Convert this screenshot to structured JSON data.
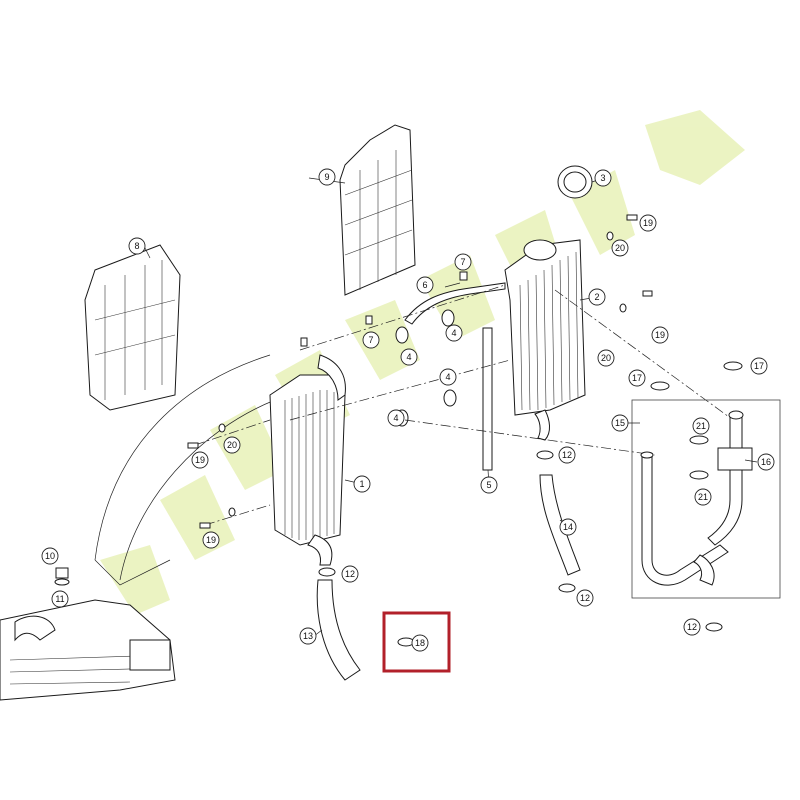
{
  "watermark_text": "MOTO TRIAL",
  "colors": {
    "highlight": "#b2202a",
    "watermark": "#e6f0b4",
    "lines": "#1a1a1a"
  },
  "highlighted_callout": "18",
  "callouts": [
    {
      "id": "c1",
      "label": "1"
    },
    {
      "id": "c2",
      "label": "2"
    },
    {
      "id": "c3",
      "label": "3"
    },
    {
      "id": "c4a",
      "label": "4"
    },
    {
      "id": "c4b",
      "label": "4"
    },
    {
      "id": "c4c",
      "label": "4"
    },
    {
      "id": "c4d",
      "label": "4"
    },
    {
      "id": "c5",
      "label": "5"
    },
    {
      "id": "c6",
      "label": "6"
    },
    {
      "id": "c7a",
      "label": "7"
    },
    {
      "id": "c7b",
      "label": "7"
    },
    {
      "id": "c8",
      "label": "8"
    },
    {
      "id": "c9",
      "label": "9"
    },
    {
      "id": "c10",
      "label": "10"
    },
    {
      "id": "c11",
      "label": "11"
    },
    {
      "id": "c12a",
      "label": "12"
    },
    {
      "id": "c12b",
      "label": "12"
    },
    {
      "id": "c12c",
      "label": "12"
    },
    {
      "id": "c12d",
      "label": "12"
    },
    {
      "id": "c13",
      "label": "13"
    },
    {
      "id": "c14",
      "label": "14"
    },
    {
      "id": "c15",
      "label": "15"
    },
    {
      "id": "c16",
      "label": "16"
    },
    {
      "id": "c17a",
      "label": "17"
    },
    {
      "id": "c17b",
      "label": "17"
    },
    {
      "id": "c18",
      "label": "18"
    },
    {
      "id": "c19a",
      "label": "19"
    },
    {
      "id": "c19b",
      "label": "19"
    },
    {
      "id": "c19c",
      "label": "19"
    },
    {
      "id": "c19d",
      "label": "19"
    },
    {
      "id": "c20a",
      "label": "20"
    },
    {
      "id": "c20b",
      "label": "20"
    },
    {
      "id": "c20c",
      "label": "20"
    },
    {
      "id": "c21a",
      "label": "21"
    },
    {
      "id": "c21b",
      "label": "21"
    }
  ]
}
